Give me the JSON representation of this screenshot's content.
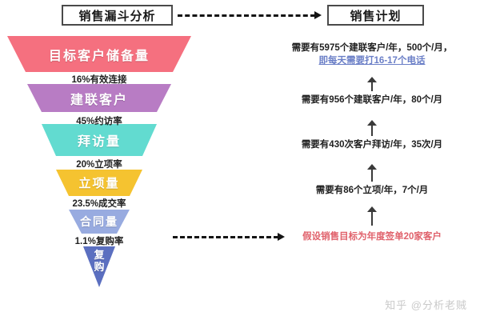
{
  "header": {
    "left_title": "销售漏斗分析",
    "right_title": "销售计划",
    "connector_icon": "dashed-arrow-right-icon"
  },
  "funnel": {
    "stages": [
      {
        "label": "目标客户储备量",
        "color": "#f5707f",
        "font_size": 16
      },
      {
        "label": "建联客户",
        "color": "#b87cc4",
        "font_size": 16
      },
      {
        "label": "拜访量",
        "color": "#62dbd0",
        "font_size": 16
      },
      {
        "label": "立项量",
        "color": "#f5c330",
        "font_size": 15
      },
      {
        "label": "合同量",
        "color": "#98abe0",
        "font_size": 14
      },
      {
        "label": "复购",
        "color": "#5b6fc0",
        "font_size": 13
      }
    ],
    "rates": [
      "16%有效连接",
      "45%约访率",
      "20%立项率",
      "23.5%成交率",
      "1.1%复购率"
    ]
  },
  "plan": {
    "rows": [
      {
        "line1": "需要有5975个建联客户/年，500个/月，",
        "line2": "即每天需要打16-17个电话",
        "highlight_color": "#6b7fc7"
      },
      {
        "line1": "需要有956个建联客户/年，80个/月",
        "line2": ""
      },
      {
        "line1": "需要有430次客户拜访/年，35次/月",
        "line2": ""
      },
      {
        "line1": "需要有86个立项/年，7个/月",
        "line2": ""
      }
    ],
    "goal": "假设销售目标为年度签单20家客户",
    "goal_color": "#e0616b",
    "arrow_icon": "arrow-up-icon"
  },
  "watermark": {
    "text": "知乎 @分析老贼"
  },
  "chart_data": {
    "type": "funnel",
    "title": "销售漏斗分析",
    "stages": [
      {
        "name": "目标客户储备量",
        "conversion_to_next": "16%",
        "conversion_label": "16%有效连接",
        "plan": "需要有5975个建联客户/年，500个/月，即每天需要打16-17个电话",
        "color": "#f5707f"
      },
      {
        "name": "建联客户",
        "conversion_to_next": "45%",
        "conversion_label": "45%约访率",
        "plan": "需要有956个建联客户/年，80个/月",
        "color": "#b87cc4"
      },
      {
        "name": "拜访量",
        "conversion_to_next": "20%",
        "conversion_label": "20%立项率",
        "plan": "需要有430次客户拜访/年，35次/月",
        "color": "#62dbd0"
      },
      {
        "name": "立项量",
        "conversion_to_next": "23.5%",
        "conversion_label": "23.5%成交率",
        "plan": "需要有86个立项/年，7个/月",
        "color": "#f5c330"
      },
      {
        "name": "合同量",
        "conversion_to_next": "1.1%",
        "conversion_label": "1.1%复购率",
        "plan": "假设销售目标为年度签单20家客户",
        "color": "#98abe0"
      },
      {
        "name": "复购",
        "conversion_to_next": "",
        "conversion_label": "",
        "plan": "",
        "color": "#5b6fc0"
      }
    ],
    "annotations": [
      "销售漏斗分析",
      "销售计划"
    ]
  }
}
